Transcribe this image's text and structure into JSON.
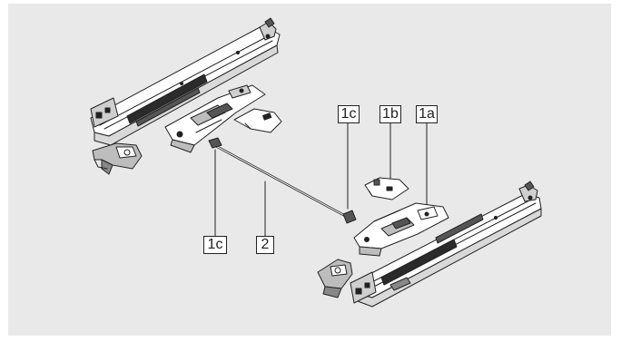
{
  "diagram": {
    "callouts": {
      "label_1c_top": "1c",
      "label_1b": "1b",
      "label_1a": "1a",
      "label_1c_bottom": "1c",
      "label_2": "2"
    },
    "colors": {
      "background_panel": "#e9e9e9",
      "line_art": "#222222",
      "part_fill": "#ffffff",
      "part_shade": "#bdbdbd"
    }
  }
}
